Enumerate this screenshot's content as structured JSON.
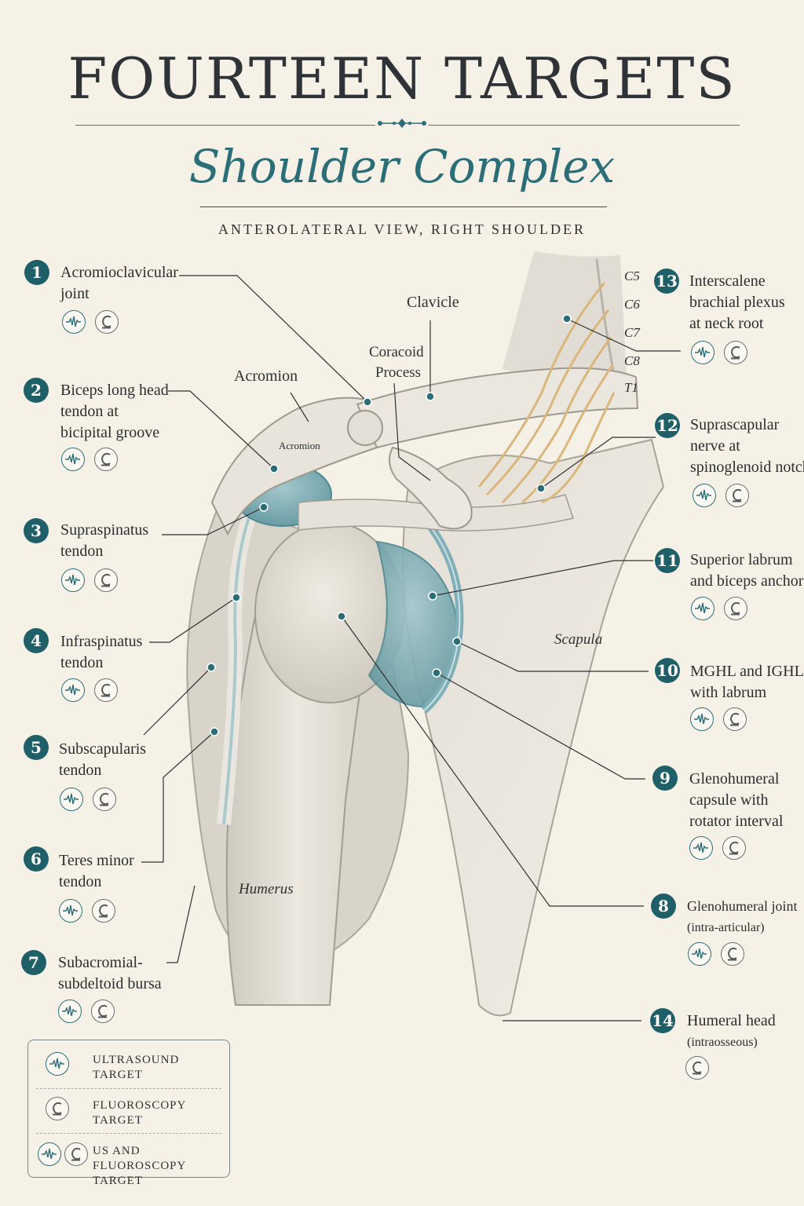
{
  "header": {
    "title": "FOURTEEN TARGETS",
    "subtitle": "Shoulder Complex",
    "view": "ANTEROLATERAL VIEW, RIGHT SHOULDER"
  },
  "anatomy_labels": {
    "clavicle": "Clavicle",
    "coracoid_1": "Coracoid",
    "coracoid_2": "Process",
    "acromion": "Acromion",
    "acromion_small": "Acromion",
    "humerus": "Humerus",
    "scapula": "Scapula",
    "c5": "C5",
    "c6": "C6",
    "c7": "C7",
    "c8": "C8",
    "t1": "T1"
  },
  "targets": [
    {
      "n": "1",
      "line1": "Acromioclavicular",
      "line2": "joint",
      "icons": [
        "ultrasound",
        "fluoroscopy"
      ]
    },
    {
      "n": "2",
      "line1": "Biceps long head",
      "line2": "tendon at",
      "line3": "bicipital groove",
      "icons": [
        "ultrasound",
        "fluoroscopy"
      ]
    },
    {
      "n": "3",
      "line1": "Supraspinatus",
      "line2": "tendon",
      "icons": [
        "ultrasound",
        "fluoroscopy"
      ]
    },
    {
      "n": "4",
      "line1": "Infraspinatus",
      "line2": "tendon",
      "icons": [
        "ultrasound",
        "fluoroscopy"
      ]
    },
    {
      "n": "5",
      "line1": "Subscapularis",
      "line2": "tendon",
      "icons": [
        "ultrasound",
        "fluoroscopy"
      ]
    },
    {
      "n": "6",
      "line1": "Teres minor",
      "line2": "tendon",
      "icons": [
        "ultrasound",
        "fluoroscopy"
      ]
    },
    {
      "n": "7",
      "line1": "Subacromial-",
      "line2": "subdeltoid bursa",
      "icons": [
        "ultrasound",
        "fluoroscopy"
      ]
    },
    {
      "n": "8",
      "line1": "Glenohumeral joint",
      "line2": "(intra-articular)",
      "icons": [
        "ultrasound",
        "fluoroscopy"
      ]
    },
    {
      "n": "9",
      "line1": "Glenohumeral",
      "line2": "capsule with",
      "line3": "rotator interval",
      "icons": [
        "ultrasound",
        "fluoroscopy"
      ]
    },
    {
      "n": "10",
      "line1": "MGHL and IGHL",
      "line2": "with labrum",
      "icons": [
        "ultrasound",
        "fluoroscopy"
      ]
    },
    {
      "n": "11",
      "line1": "Superior labrum",
      "line2": "and biceps anchor",
      "icons": [
        "ultrasound",
        "fluoroscopy"
      ]
    },
    {
      "n": "12",
      "line1": "Suprascapular",
      "line2": "nerve at",
      "line3": "spinoglenoid notch",
      "icons": [
        "ultrasound",
        "fluoroscopy"
      ]
    },
    {
      "n": "13",
      "line1": "Interscalene",
      "line2": "brachial plexus",
      "line3": "at neck root",
      "icons": [
        "ultrasound",
        "fluoroscopy"
      ]
    },
    {
      "n": "14",
      "line1": "Humeral head",
      "line2": "(intraosseous)",
      "icons": [
        "fluoroscopy"
      ]
    }
  ],
  "legend": [
    {
      "line1": "ULTRASOUND",
      "line2": "TARGET",
      "icons": [
        "ultrasound"
      ]
    },
    {
      "line1": "FLUOROSCOPY",
      "line2": "TARGET",
      "icons": [
        "fluoroscopy"
      ]
    },
    {
      "line1": "US AND FLUOROSCOPY",
      "line2": "TARGET",
      "icons": [
        "ultrasound",
        "fluoroscopy"
      ]
    }
  ],
  "colors": {
    "accent": "#2c6e78",
    "badge": "#1f5f68",
    "background": "#f6f1e6",
    "cartilage": "#6fa3ab",
    "nerve": "#d9b77c"
  }
}
